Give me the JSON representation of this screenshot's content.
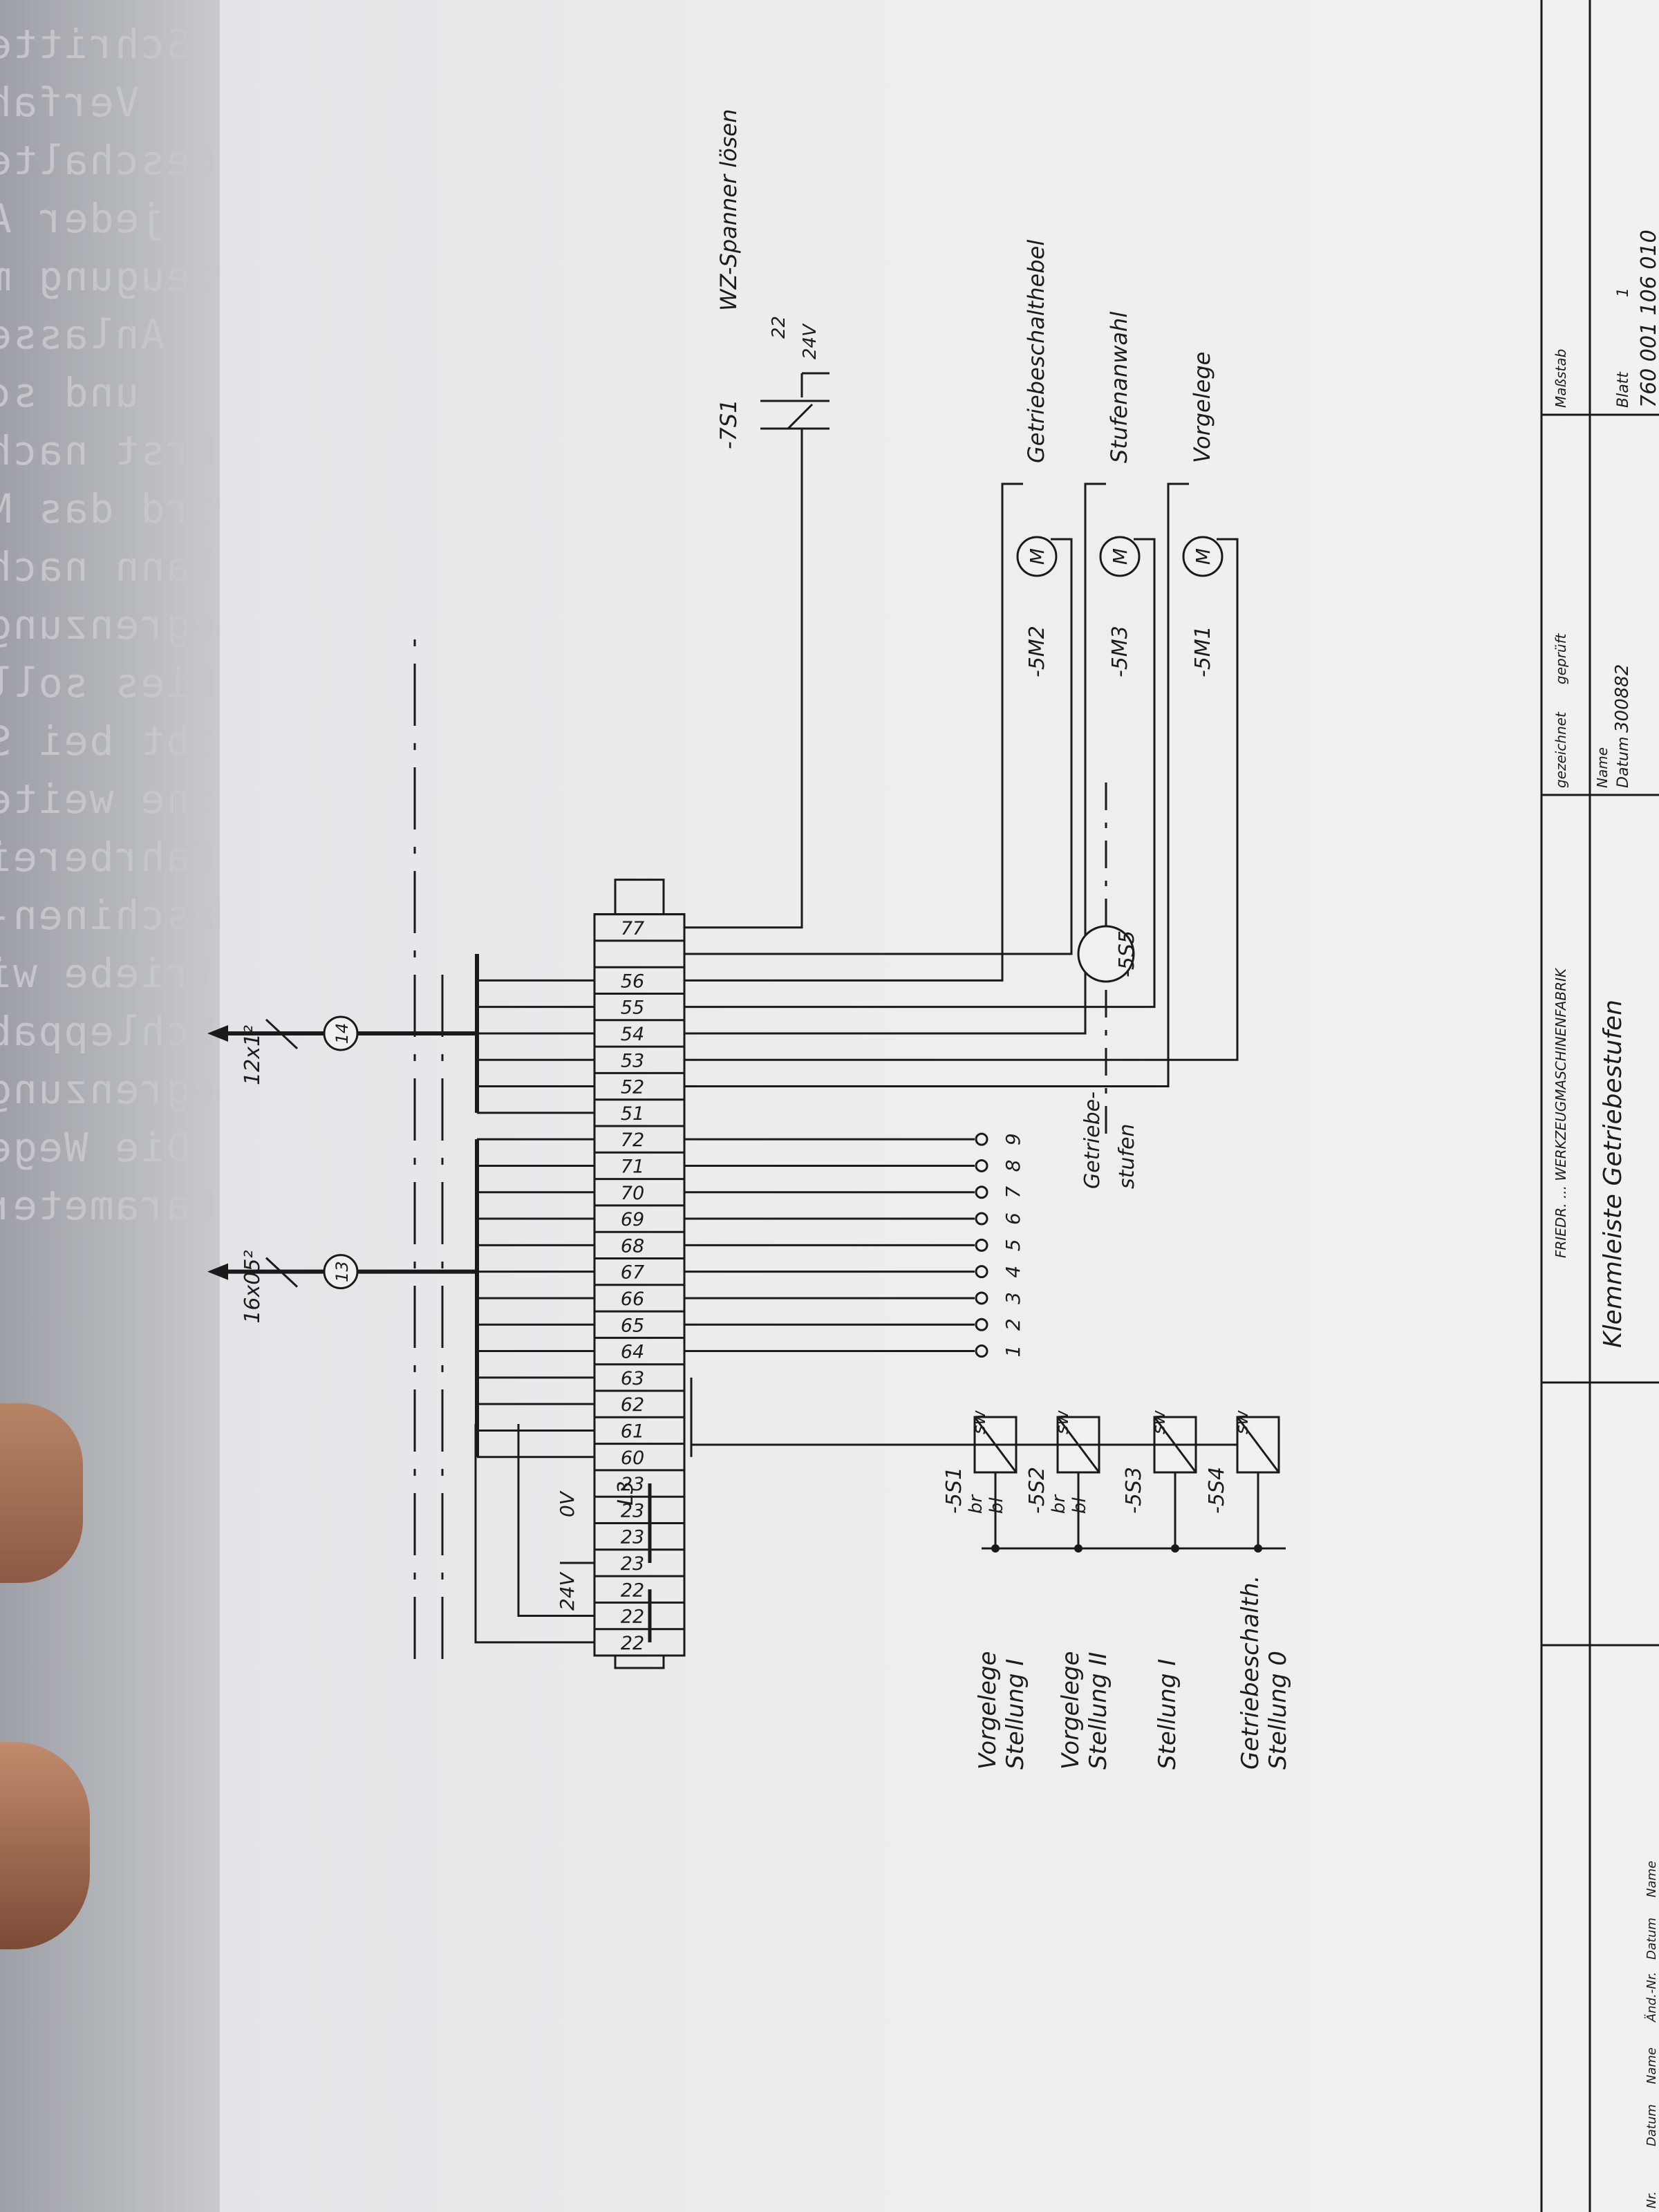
{
  "rail": {
    "left": "L3",
    "v24": "24V",
    "v0": "0V"
  },
  "terminals": [
    "22",
    "22",
    "22",
    "23",
    "23",
    "23",
    "23",
    "60",
    "61",
    "62",
    "63",
    "64",
    "65",
    "66",
    "67",
    "68",
    "69",
    "70",
    "71",
    "72",
    "51",
    "52",
    "53",
    "54",
    "55",
    "56",
    "",
    "77"
  ],
  "cables": [
    {
      "number": "13",
      "spec": "16x05²"
    },
    {
      "number": "14",
      "spec": "12x1²"
    }
  ],
  "sensors": [
    {
      "ref": "-5S1",
      "left_label": "Vorgelege",
      "left_label2": "Stellung I",
      "wire_a": "br",
      "wire_b": "bl",
      "wire_c": "sw"
    },
    {
      "ref": "-5S2",
      "left_label": "Vorgelege",
      "left_label2": "Stellung II",
      "wire_a": "br",
      "wire_b": "bl",
      "wire_c": "sw"
    },
    {
      "ref": "-5S3",
      "left_label": "Stellung I",
      "left_label2": "",
      "wire_a": "",
      "wire_b": "",
      "wire_c": "sw"
    },
    {
      "ref": "-5S4",
      "left_label": "Getriebeschalth.",
      "left_label2": "Stellung 0",
      "wire_a": "",
      "wire_b": "",
      "wire_c": "sw"
    }
  ],
  "rotary": {
    "ref": "-5S5",
    "label": "Getriebe-",
    "label2": "stufen",
    "positions": [
      "1",
      "2",
      "3",
      "4",
      "5",
      "6",
      "7",
      "8",
      "9"
    ]
  },
  "switch": {
    "ref": "-7S1",
    "label": "WZ-Spanner lösen",
    "terminal": "22",
    "voltage": "24V"
  },
  "motors": [
    {
      "ref": "-5M2",
      "symbol": "M",
      "label": "Getriebeschalthebel"
    },
    {
      "ref": "-5M3",
      "symbol": "M",
      "label": "Stufenanwahl"
    },
    {
      "ref": "-5M1",
      "symbol": "M",
      "label": "Vorgelege"
    }
  ],
  "title_block": {
    "title": "Klemmleiste  Getriebestufen",
    "company": "FRIEDR. ... WERKZEUGMASCHINENFABRIK",
    "drawn_label": "gezeichnet",
    "checked_label": "geprüft",
    "scale_label": "Maßstab",
    "name_label": "Name",
    "date_label": "Datum",
    "date_value": "300882",
    "sheet_label": "Blatt",
    "sheet_value": "1",
    "drawing_number": "760 001 106 010",
    "rev_cols": [
      "Nr.",
      "Datum",
      "Name",
      "Änd.-Nr.",
      "Datum",
      "Name"
    ]
  },
  "ghost_text": [
    "Schritte",
    "Verfah",
    "Geschalte",
    "jeder A",
    "Erzeugung m",
    "Anlasse",
    "und sc",
    "Erst nach",
    "wird das M",
    "kann nach",
    "Begrenzung",
    "Dies soll",
    "bleibt bei S",
    "eine weite",
    "Fahrberei",
    "Maschinen-",
    "Getriebe wi",
    "Schleppab",
    "Begrenzung",
    "Die Wege",
    "Parameter"
  ]
}
